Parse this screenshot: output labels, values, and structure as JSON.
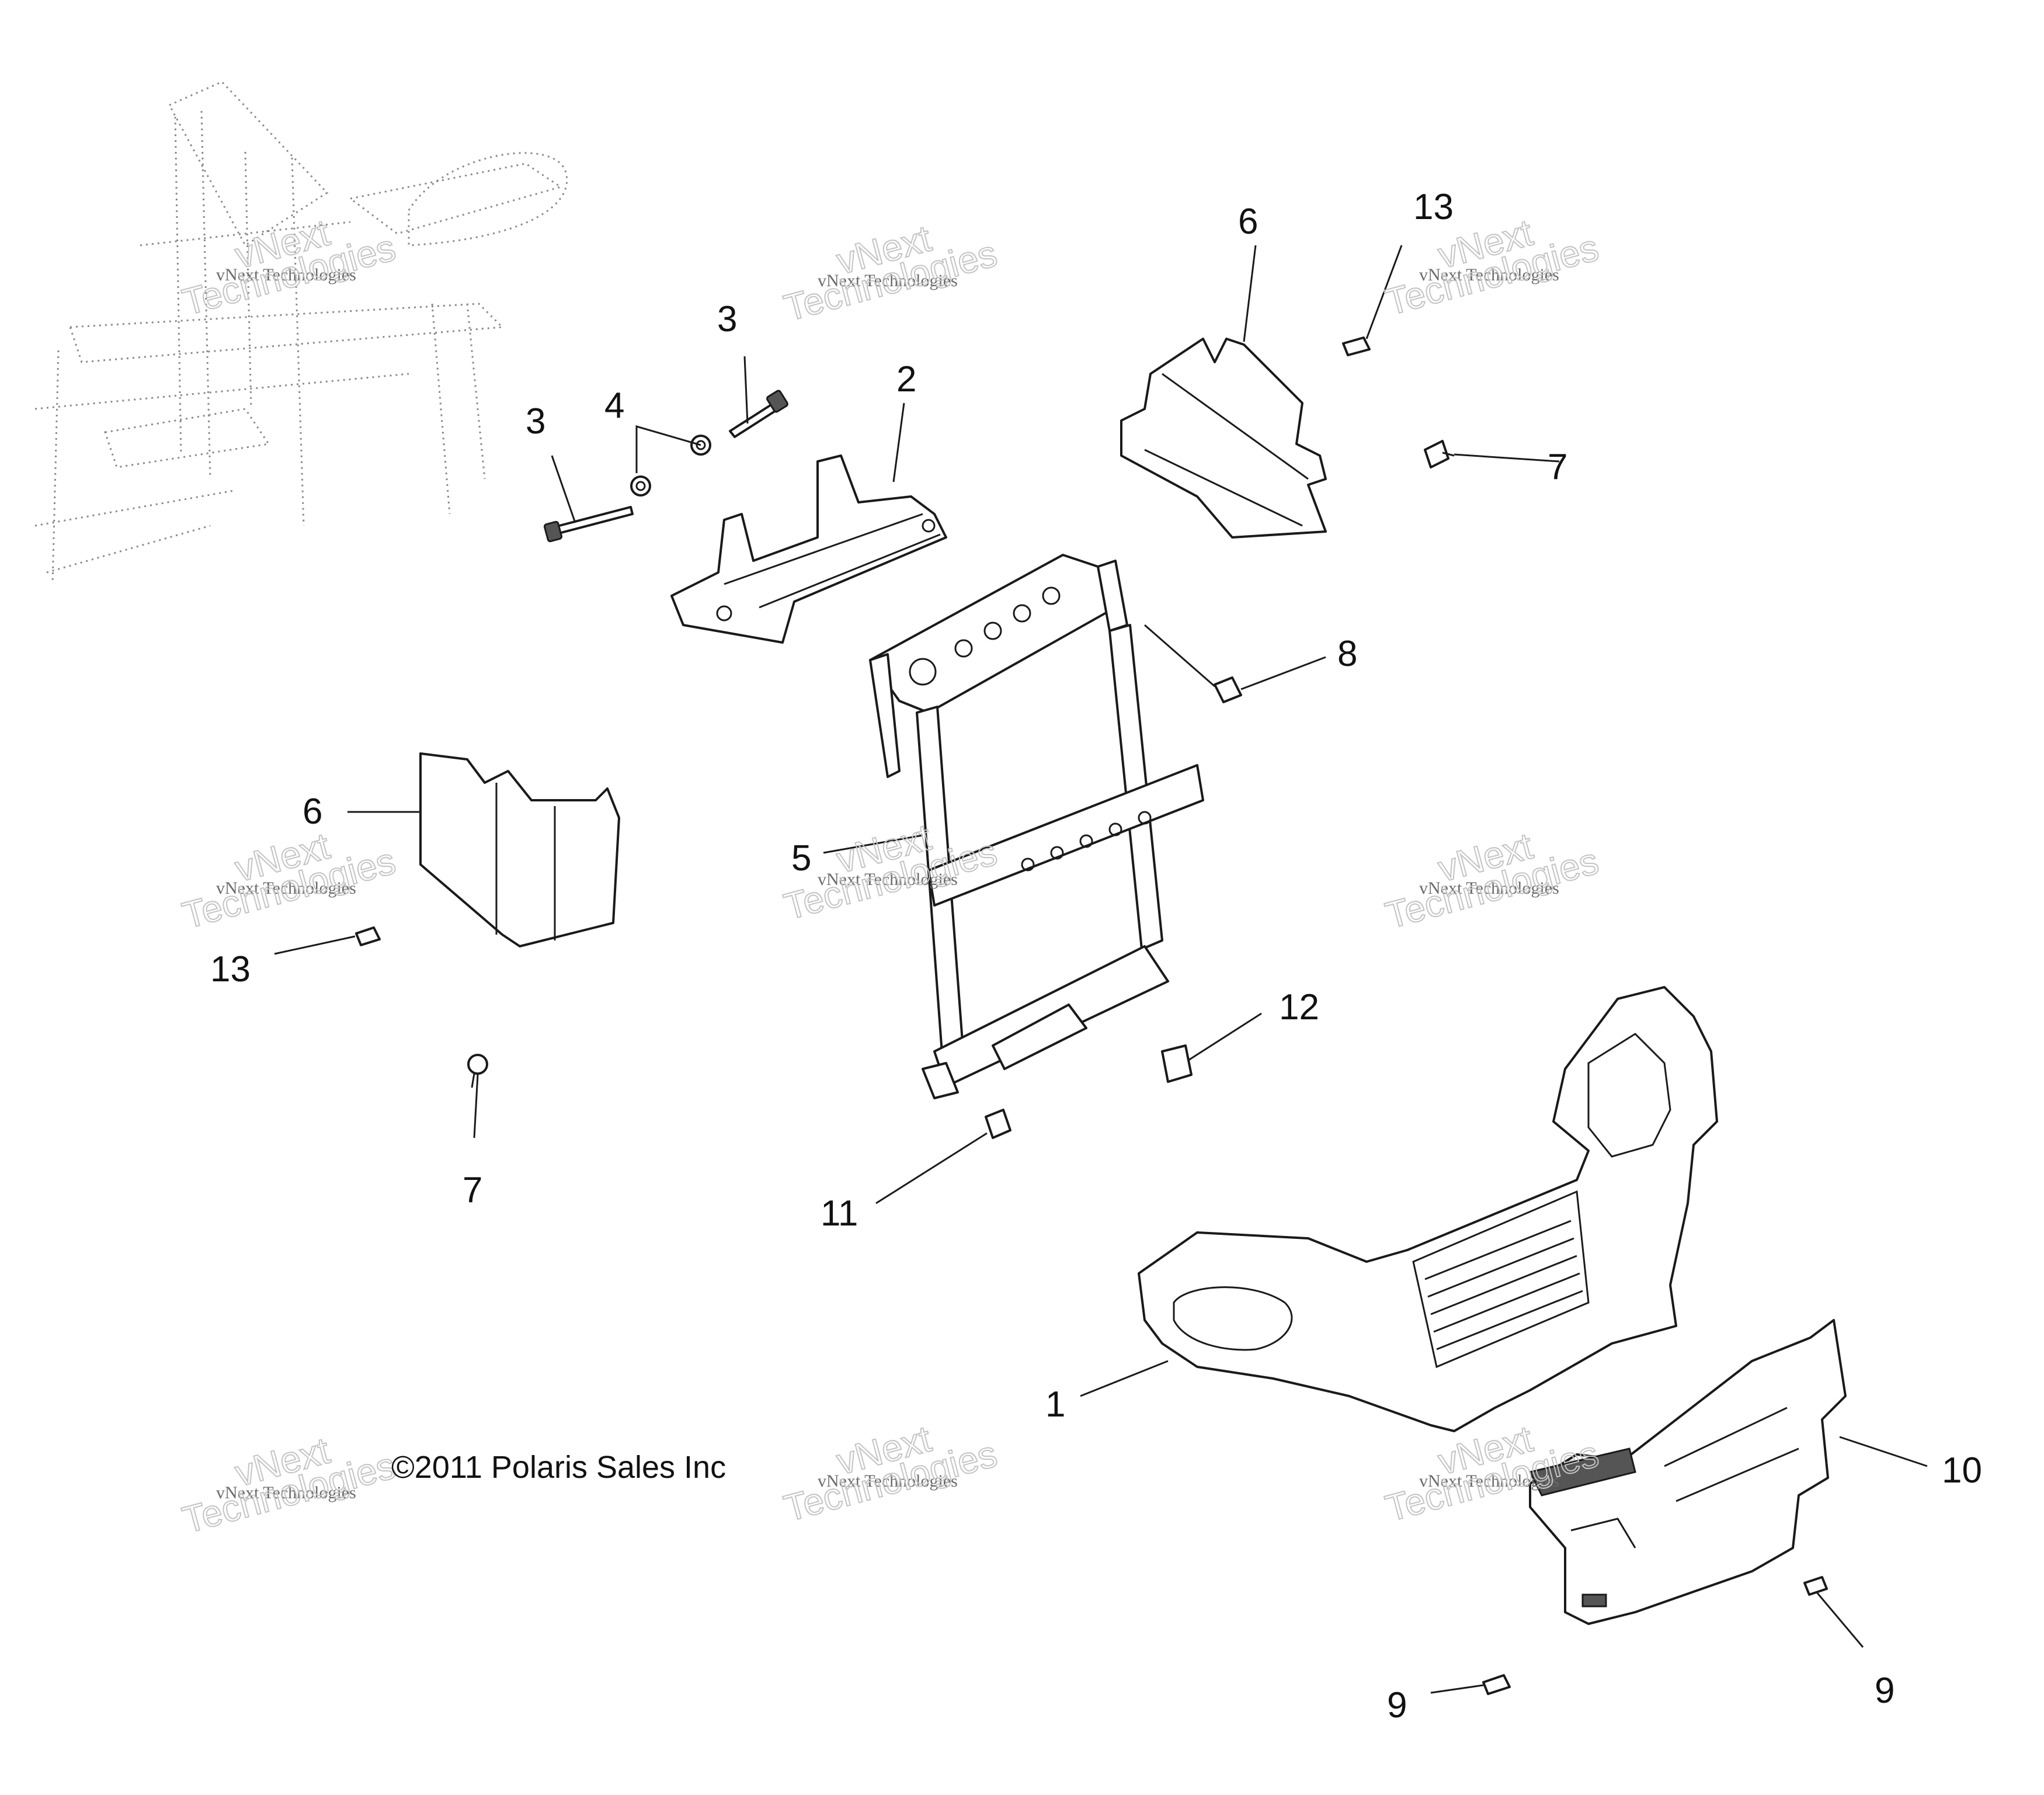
{
  "diagram": {
    "copyright": "©2011 Polaris Sales Inc",
    "callouts": {
      "c1": "1",
      "c2": "2",
      "c3a": "3",
      "c3b": "3",
      "c4": "4",
      "c5": "5",
      "c6a": "6",
      "c6b": "6",
      "c7a": "7",
      "c7b": "7",
      "c8": "8",
      "c9a": "9",
      "c9b": "9",
      "c10": "10",
      "c11": "11",
      "c12": "12",
      "c13a": "13",
      "c13b": "13"
    },
    "watermark": {
      "line1": "vNext Technologies",
      "line2": "vNext",
      "line3": "Technologies"
    }
  }
}
